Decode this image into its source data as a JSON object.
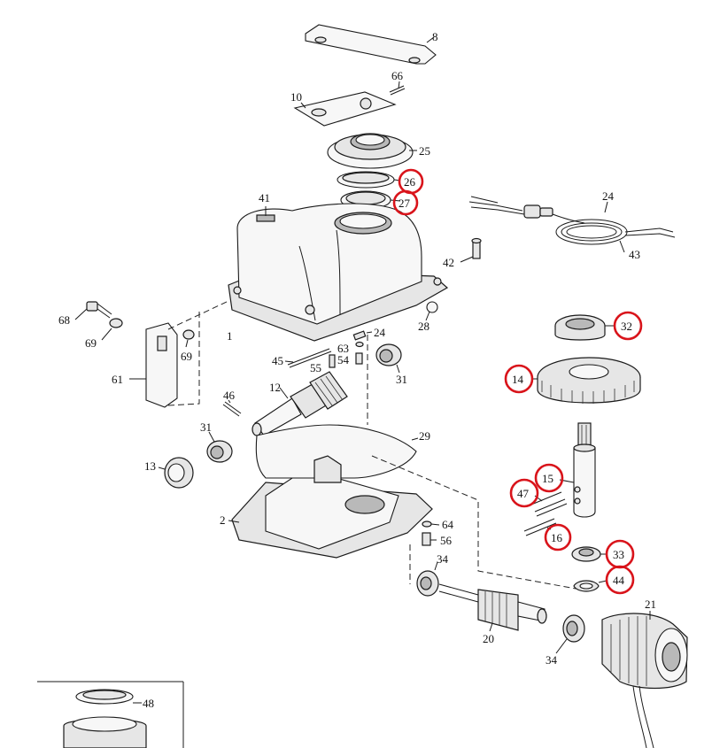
{
  "labels": {
    "l1": "1",
    "l2": "2",
    "l8": "8",
    "l10": "10",
    "l12": "12",
    "l13": "13",
    "l20": "20",
    "l21": "21",
    "l24a": "24",
    "l24b": "24",
    "l25": "25",
    "l28": "28",
    "l29": "29",
    "l31a": "31",
    "l31b": "31",
    "l34a": "34",
    "l34b": "34",
    "l41": "41",
    "l42": "42",
    "l43": "43",
    "l45": "45",
    "l46": "46",
    "l48": "48",
    "l54": "54",
    "l55": "55",
    "l56": "56",
    "l61": "61",
    "l63": "63",
    "l64": "64",
    "l66": "66",
    "l68": "68",
    "l69a": "69",
    "l69b": "69"
  },
  "highlighted": {
    "h26": "26",
    "h27": "27",
    "h32": "32",
    "h14": "14",
    "h15": "15",
    "h47": "47",
    "h16": "16",
    "h33": "33",
    "h44": "44"
  },
  "colors": {
    "highlight": "#d9141b",
    "line": "#1a1a1a"
  }
}
